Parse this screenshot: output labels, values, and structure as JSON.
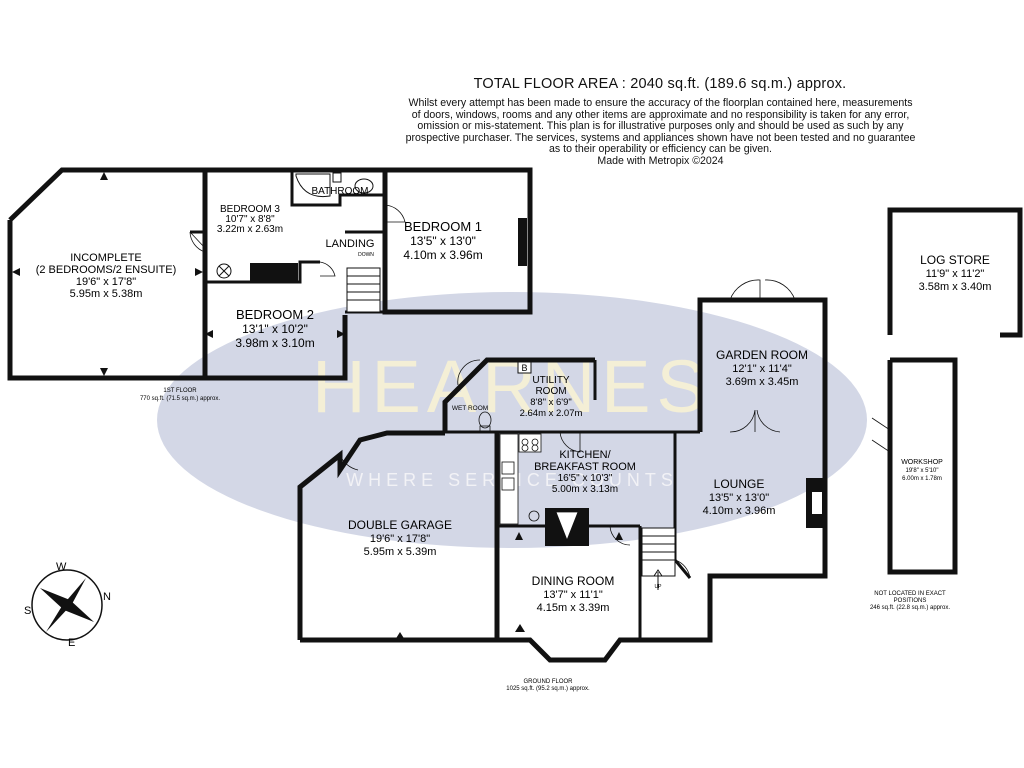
{
  "header": {
    "title": "TOTAL FLOOR AREA : 2040 sq.ft. (189.6 sq.m.) approx.",
    "disclaimer_lines": [
      "Whilst every attempt has been made to ensure the accuracy of the floorplan contained here, measurements",
      "of doors, windows, rooms and any other items are approximate and no responsibility is taken for any error,",
      "omission or mis-statement. This plan is for illustrative purposes only and should be used as such by any",
      "prospective purchaser. The services, systems and appliances shown have not been tested and no guarantee",
      "as to their operability or efficiency can be given.",
      "Made with Metropix ©2024"
    ]
  },
  "watermark": {
    "brand": "HEARNES",
    "tagline": "WHERE SERVICE COUNTS"
  },
  "colors": {
    "walls": "#111111",
    "watermark": "#d3d7e6",
    "brand": "#f4efd6"
  },
  "rooms": {
    "incomplete": {
      "name": "INCOMPLETE",
      "sub": "(2 BEDROOMS/2 ENSUITE)",
      "imperial": "19'6\" x 17'8\"",
      "metric": "5.95m x 5.38m"
    },
    "bedroom3": {
      "name": "BEDROOM 3",
      "imperial": "10'7\" x 8'8\"",
      "metric": "3.22m x 2.63m"
    },
    "bathroom": {
      "name": "BATHROOM"
    },
    "bedroom1": {
      "name": "BEDROOM 1",
      "imperial": "13'5\" x 13'0\"",
      "metric": "4.10m x 3.96m"
    },
    "landing": {
      "name": "LANDING",
      "down": "DOWN"
    },
    "bedroom2": {
      "name": "BEDROOM 2",
      "imperial": "13'1\" x 10'2\"",
      "metric": "3.98m x 3.10m"
    },
    "logstore": {
      "name": "LOG STORE",
      "imperial": "11'9\" x 11'2\"",
      "metric": "3.58m x 3.40m"
    },
    "gardenroom": {
      "name": "GARDEN ROOM",
      "imperial": "12'1\" x 11'4\"",
      "metric": "3.69m x 3.45m"
    },
    "utility": {
      "name": "UTILITY",
      "name2": "ROOM",
      "imperial": "8'8\" x 6'9\"",
      "metric": "2.64m x 2.07m",
      "boiler": "B"
    },
    "wetroom": {
      "name": "WET ROOM"
    },
    "kitchen": {
      "name": "KITCHEN/",
      "name2": "BREAKFAST ROOM",
      "imperial": "16'5\" x 10'3\"",
      "metric": "5.00m x 3.13m"
    },
    "lounge": {
      "name": "LOUNGE",
      "imperial": "13'5\" x 13'0\"",
      "metric": "4.10m x 3.96m"
    },
    "garage": {
      "name": "DOUBLE GARAGE",
      "imperial": "19'6\" x 17'8\"",
      "metric": "5.95m x 5.39m"
    },
    "dining": {
      "name": "DINING ROOM",
      "imperial": "13'7\" x 11'1\"",
      "metric": "4.15m x 3.39m"
    },
    "workshop": {
      "name": "WORKSHOP",
      "imperial": "19'8\" x 5'10\"",
      "metric": "6.00m x 1.78m"
    },
    "stairs_up": "UP"
  },
  "floors": {
    "first": {
      "label": "1ST FLOOR",
      "area": "770 sq.ft. (71.5 sq.m.) approx."
    },
    "ground": {
      "label": "GROUND FLOOR",
      "area": "1025 sq.ft. (95.2 sq.m.) approx."
    },
    "outbuildings": {
      "line1": "NOT LOCATED IN EXACT",
      "line2": "POSITIONS",
      "area": "246 sq.ft. (22.8 sq.m.) approx."
    }
  },
  "compass": {
    "n": "N",
    "e": "E",
    "s": "S",
    "w": "W"
  }
}
